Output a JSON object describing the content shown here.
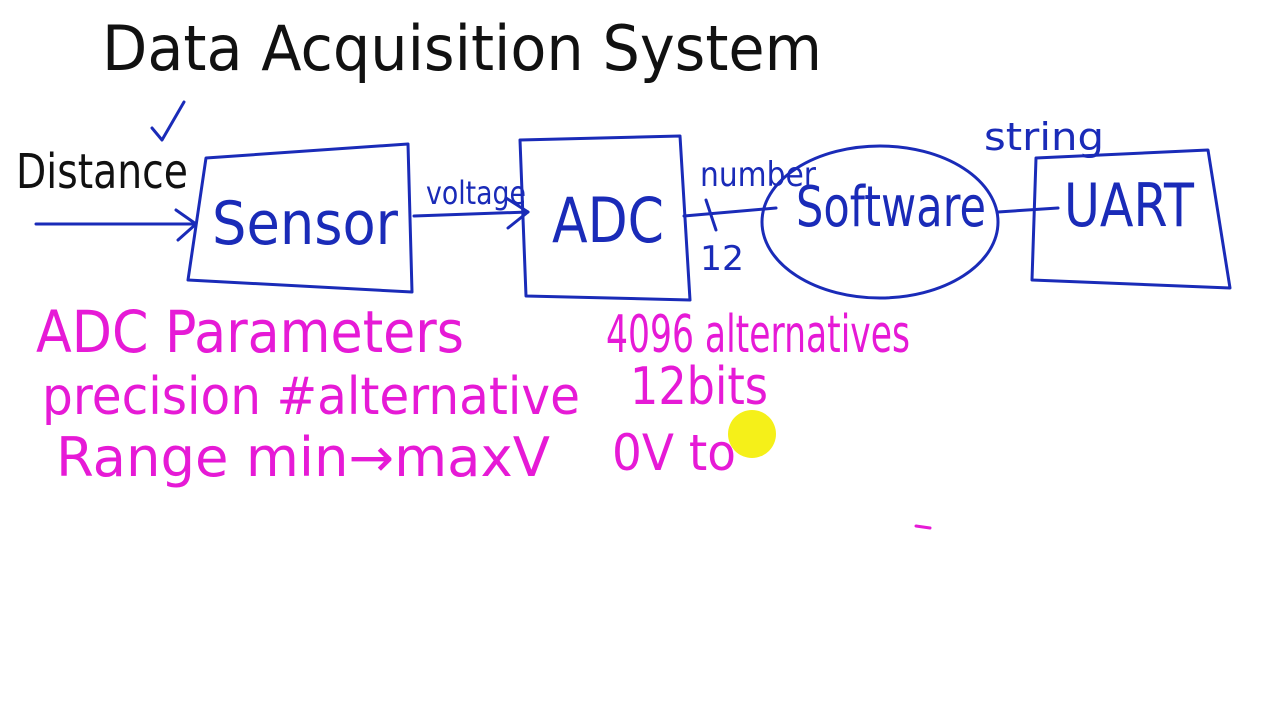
{
  "title": "Data Acquisition System",
  "input_label": "Distance",
  "blocks": {
    "sensor": "Sensor",
    "adc": "ADC",
    "software": "Software",
    "uart": "UART"
  },
  "connectors": {
    "sensor_to_adc": "voltage",
    "adc_to_software": "number",
    "adc_bus_width": "12",
    "software_to_uart": "string"
  },
  "notes": {
    "heading": "ADC Parameters",
    "alternatives": "4096 alternatives",
    "precision": "precision #alternative",
    "bits": "12bits",
    "range": "Range min→maxV",
    "range_value": "0V to"
  },
  "colors": {
    "diagram_ink": "#1a2bb8",
    "title_ink": "#111111",
    "notes_ink": "#e61ad6",
    "pointer": "#f4ee00"
  }
}
